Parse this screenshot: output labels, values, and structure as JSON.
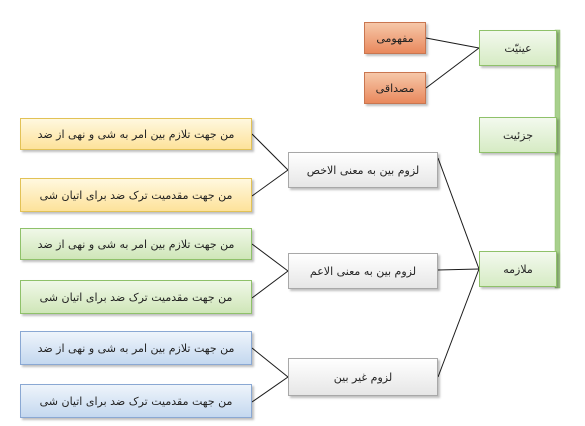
{
  "top_nodes": {
    "eyniyat": "عینیّت",
    "joziyat": "جزئیت",
    "molazeme": "ملازمه"
  },
  "eyniyat_children": {
    "mafhumi": "مفهومی",
    "mesdaqi": "مصداقی"
  },
  "molazeme_children": {
    "akhass": "لزوم بین به معنی الاخص",
    "aam": "لزوم بین به معنی الاعم",
    "gheyr_bayyen": "لزوم  غیر بین"
  },
  "leaves": {
    "akhass": [
      "من جهت تلازم بین امر به شی و نهی از ضد",
      "من جهت مقدمیت ترک ضد برای اتیان شی"
    ],
    "aam": [
      "من جهت تلازم بین امر به شی و نهی از ضد",
      "من جهت مقدمیت ترک ضد برای اتیان شی"
    ],
    "gheyr_bayyen": [
      "من جهت تلازم بین امر به شی و نهی از ضد",
      "من جهت مقدمیت ترک ضد برای اتیان شی"
    ]
  }
}
